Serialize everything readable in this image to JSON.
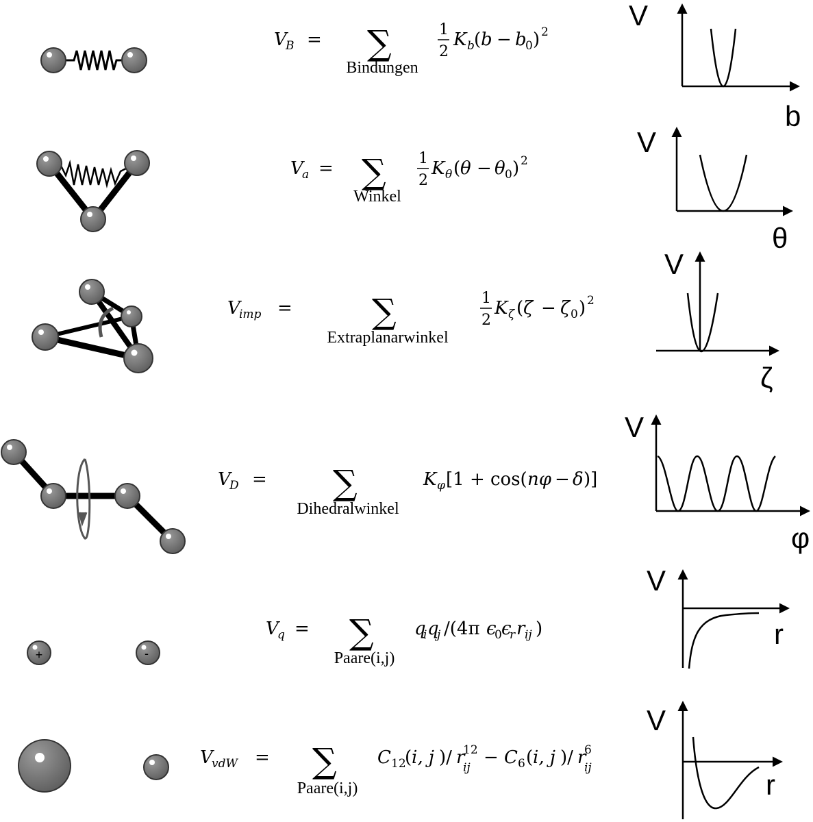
{
  "rows": [
    {
      "id": "bond",
      "sum_label": "Bindungen",
      "graph": {
        "v_label": "V",
        "x_label": "b",
        "curve": "harmonic-narrow"
      }
    },
    {
      "id": "angle",
      "sum_label": "Winkel",
      "graph": {
        "v_label": "V",
        "x_label": "θ",
        "curve": "harmonic-wide"
      }
    },
    {
      "id": "improper",
      "sum_label": "Extraplanarwinkel",
      "graph": {
        "v_label": "V",
        "x_label": "ζ",
        "curve": "harmonic-very-narrow"
      }
    },
    {
      "id": "dihedral",
      "sum_label": "Dihedralwinkel",
      "graph": {
        "v_label": "V",
        "x_label": "φ",
        "curve": "cosine-periodic"
      }
    },
    {
      "id": "coulomb",
      "sum_label": "Paare(i,j)",
      "charges": [
        "+",
        "-"
      ],
      "graph": {
        "v_label": "V",
        "x_label": "r",
        "curve": "coulomb-attractive"
      }
    },
    {
      "id": "vdw",
      "sum_label": "Paare(i,j)",
      "graph": {
        "v_label": "V",
        "x_label": "r",
        "curve": "lennard-jones"
      }
    }
  ]
}
